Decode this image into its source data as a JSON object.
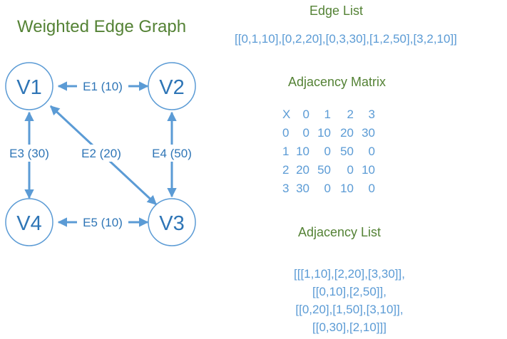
{
  "graph": {
    "title": "Weighted Edge Graph",
    "vertices": [
      "V1",
      "V2",
      "V3",
      "V4"
    ],
    "edges": {
      "e1": "E1 (10)",
      "e2": "E2 (20)",
      "e3": "E3 (30)",
      "e4": "E4 (50)",
      "e5": "E5 (10)"
    }
  },
  "edge_list": {
    "heading": "Edge List",
    "value": "[[0,1,10],[0,2,20],[0,3,30],[1,2,50],[3,2,10]]"
  },
  "adjacency_matrix": {
    "heading": "Adjacency Matrix",
    "rows": [
      [
        "X",
        "0",
        "1",
        "2",
        "3"
      ],
      [
        "0",
        "0",
        "10",
        "20",
        "30"
      ],
      [
        "1",
        "10",
        "0",
        "50",
        "0"
      ],
      [
        "2",
        "20",
        "50",
        "0",
        "10"
      ],
      [
        "3",
        "30",
        "0",
        "10",
        "0"
      ]
    ]
  },
  "adjacency_list": {
    "heading": "Adjacency List",
    "lines": [
      "[[[1,10],[2,20],[3,30]],",
      "[[0,10],[2,50]],",
      "[[0,20],[1,50],[3,10]],",
      "[[0,30],[2,10]]]"
    ]
  },
  "colors": {
    "node_stroke": "#5b9bd5",
    "node_text": "#2e75b6",
    "title": "#548235"
  }
}
